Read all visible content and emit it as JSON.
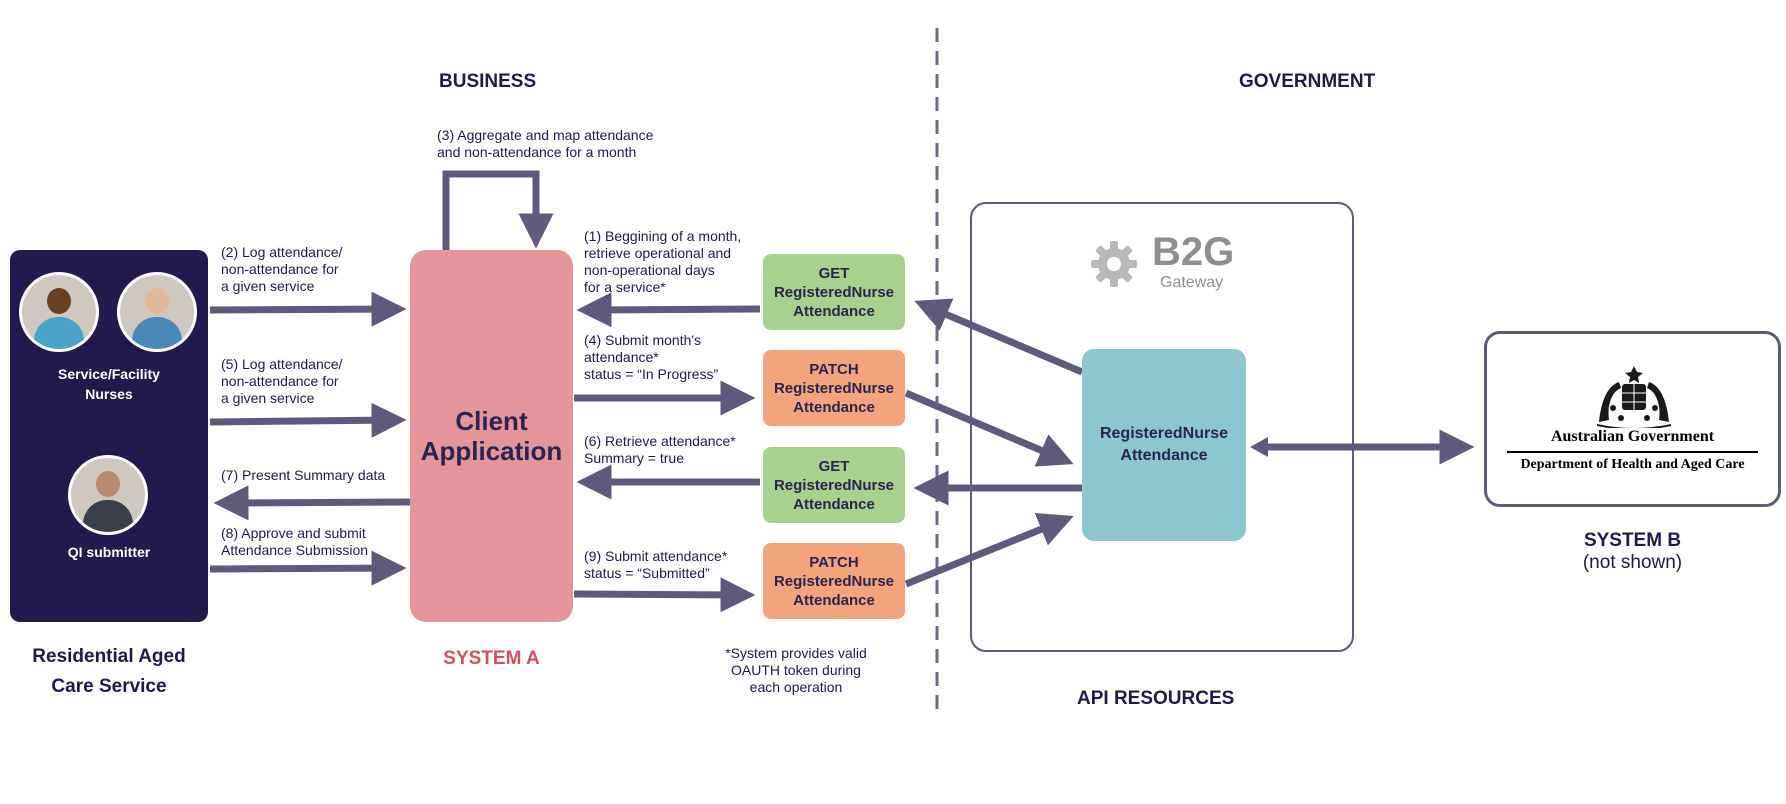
{
  "headers": {
    "business": "BUSINESS",
    "government": "GOVERNMENT",
    "system_a": "SYSTEM A",
    "api_resources": "API RESOURCES",
    "system_b": "SYSTEM B",
    "system_b_note": "(not shown)",
    "rac_service": "Residential Aged\nCare Service"
  },
  "left_panel": {
    "nurses_label": "Service/Facility\nNurses",
    "qi_label": "QI submitter"
  },
  "client_app": "Client\nApplication",
  "step_labels": {
    "s1": "(1) Beggining of a month,\n retrieve operational and\nnon-operational days\nfor a service*",
    "s2": "(2) Log attendance/\nnon-attendance for\na given service",
    "s3": "(3) Aggregate and map attendance\nand non-attendance for a month",
    "s4": "(4) Submit month's\nattendance*\nstatus = “In Progress”",
    "s5": "(5) Log attendance/\nnon-attendance for\na given service",
    "s6": "(6) Retrieve attendance*\nSummary = true",
    "s7": "(7) Present Summary data",
    "s8": "(8) Approve and submit\nAttendance Submission",
    "s9": "(9) Submit attendance*\nstatus = “Submitted”"
  },
  "operations": [
    {
      "method": "GET",
      "resource": "RegisteredNurse",
      "suffix": "Attendance"
    },
    {
      "method": "PATCH",
      "resource": "RegisteredNurse",
      "suffix": "Attendance"
    },
    {
      "method": "GET",
      "resource": "RegisteredNurse",
      "suffix": "Attendance"
    },
    {
      "method": "PATCH",
      "resource": "RegisteredNurse",
      "suffix": "Attendance"
    }
  ],
  "footnote": "*System provides valid\nOAUTH token during\neach operation",
  "gateway": {
    "title": "B2G",
    "subtitle": "Gateway"
  },
  "api_resource": "RegisteredNurse\nAttendance",
  "gov_logo": {
    "line1": "Australian Government",
    "line2": "Department of Health and Aged Care"
  },
  "colors": {
    "navy": "#221a4c",
    "client_pink": "#e4959a",
    "get_green": "#a9d18e",
    "patch_orange": "#f4a47c",
    "api_teal": "#8cc7d0",
    "system_a_red": "#d94d64",
    "arrow": "#5d5a7c"
  }
}
